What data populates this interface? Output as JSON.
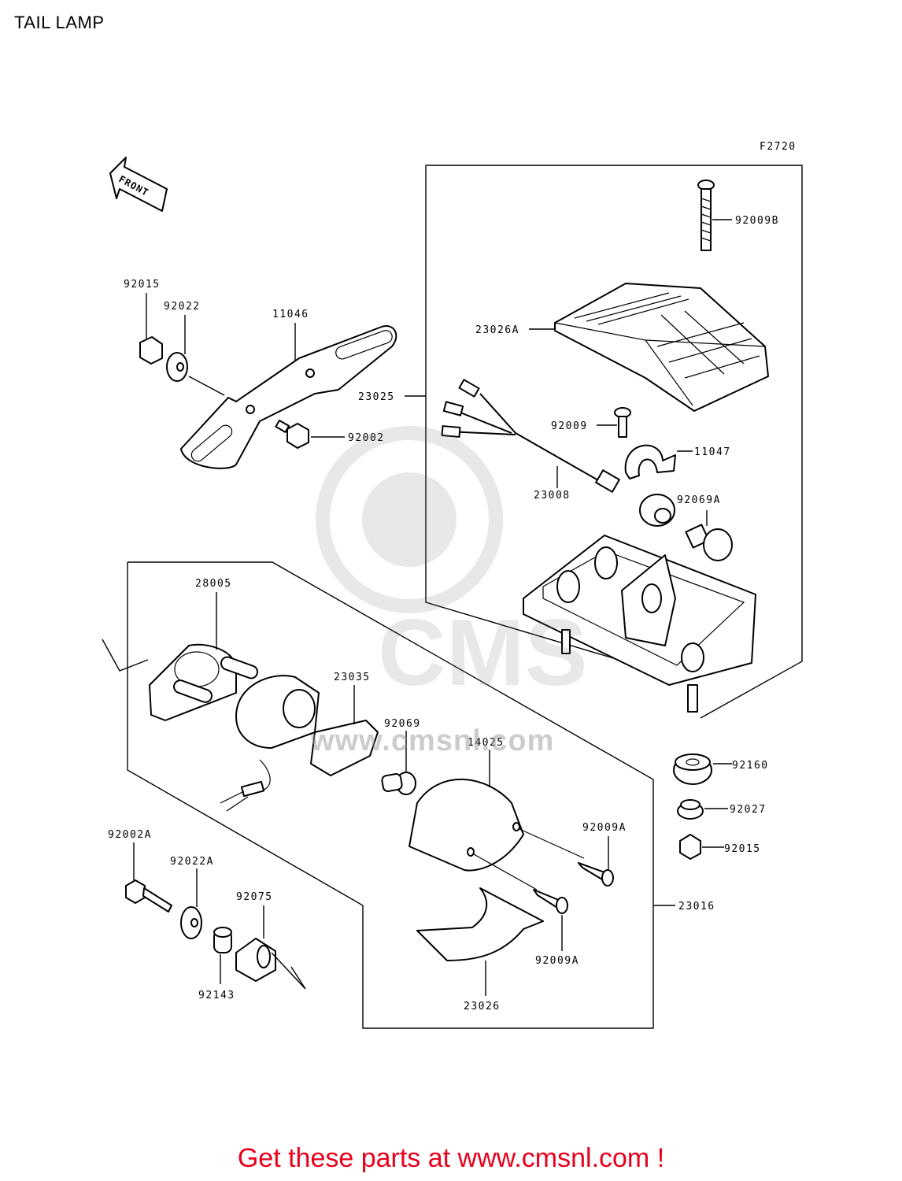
{
  "page": {
    "title": "TAIL LAMP",
    "figure_code": "F2720",
    "front_label": "FRONT",
    "footer": "Get these parts at www.cmsnl.com !",
    "watermark": "www.cmsnl.com",
    "watermark_logo": "CMS"
  },
  "parts": [
    {
      "id": "p-92009B",
      "label": "92009B"
    },
    {
      "id": "p-23026A",
      "label": "23026A"
    },
    {
      "id": "p-23025",
      "label": "23025"
    },
    {
      "id": "p-92009",
      "label": "92009"
    },
    {
      "id": "p-11047",
      "label": "11047"
    },
    {
      "id": "p-23008",
      "label": "23008"
    },
    {
      "id": "p-92069A",
      "label": "92069A"
    },
    {
      "id": "p-92015-top",
      "label": "92015"
    },
    {
      "id": "p-92022",
      "label": "92022"
    },
    {
      "id": "p-11046",
      "label": "11046"
    },
    {
      "id": "p-92002",
      "label": "92002"
    },
    {
      "id": "p-28005",
      "label": "28005"
    },
    {
      "id": "p-23035",
      "label": "23035"
    },
    {
      "id": "p-92069",
      "label": "92069"
    },
    {
      "id": "p-14025",
      "label": "14025"
    },
    {
      "id": "p-92160",
      "label": "92160"
    },
    {
      "id": "p-92027",
      "label": "92027"
    },
    {
      "id": "p-92015-bottom",
      "label": "92015"
    },
    {
      "id": "p-92009A-top",
      "label": "92009A"
    },
    {
      "id": "p-92002A",
      "label": "92002A"
    },
    {
      "id": "p-92022A",
      "label": "92022A"
    },
    {
      "id": "p-92075",
      "label": "92075"
    },
    {
      "id": "p-23016",
      "label": "23016"
    },
    {
      "id": "p-92143",
      "label": "92143"
    },
    {
      "id": "p-23026",
      "label": "23026"
    },
    {
      "id": "p-92009A-bottom",
      "label": "92009A"
    }
  ]
}
